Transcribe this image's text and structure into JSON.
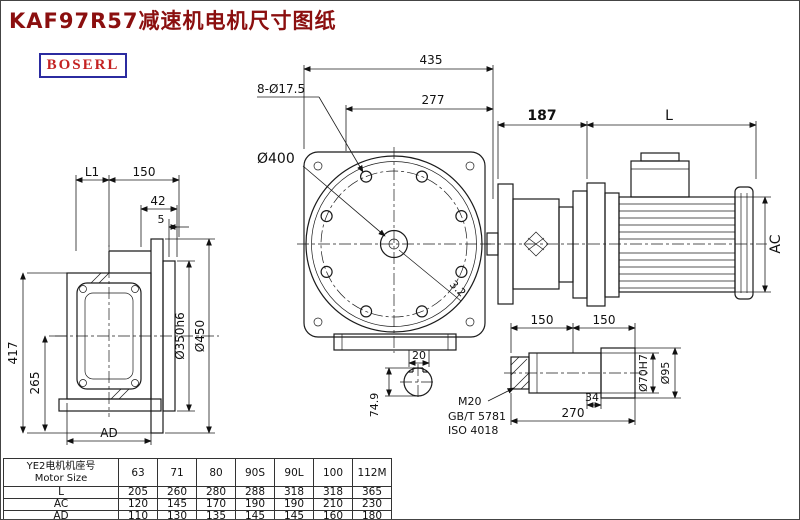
{
  "page": {
    "title": "KAF97R57减速机电机尺寸图纸",
    "logo": "BOSERL"
  },
  "drawing": {
    "front_view": {
      "dim_width": "435",
      "dim_bolt_span": "277",
      "holes_label": "8-Ø17.5",
      "flange_dia": "Ø400",
      "dim_base": "20",
      "dim_key": "74.9",
      "roughness": "3.2"
    },
    "side_view": {
      "dim_l1": "L1",
      "dim_150": "150",
      "dim_42": "42",
      "dim_5": "5",
      "dim_417": "417",
      "dim_265": "265",
      "dim_ad": "AD",
      "spigot_dia": "Ø350h6",
      "flange_dia": "Ø450"
    },
    "motor_view": {
      "dim_187": "187",
      "dim_l": "L",
      "dim_ac": "AC"
    },
    "shaft_detail": {
      "dim_150a": "150",
      "dim_150b": "150",
      "thread": "M20",
      "std1": "GB/T 5781",
      "std2": "ISO 4018",
      "dim_34": "34",
      "dim_270": "270",
      "shaft_dia": "Ø70H7",
      "hub_dia": "Ø95"
    }
  },
  "table": {
    "header_cn": "YE2电机机座号",
    "header_en": "Motor Size",
    "columns": [
      "63",
      "71",
      "80",
      "90S",
      "90L",
      "100",
      "112M"
    ],
    "rows": [
      {
        "label": "L",
        "values": [
          "205",
          "260",
          "280",
          "288",
          "318",
          "318",
          "365"
        ]
      },
      {
        "label": "AC",
        "values": [
          "120",
          "145",
          "170",
          "190",
          "190",
          "210",
          "230"
        ]
      },
      {
        "label": "AD",
        "values": [
          "110",
          "130",
          "135",
          "145",
          "145",
          "160",
          "180"
        ]
      }
    ]
  }
}
